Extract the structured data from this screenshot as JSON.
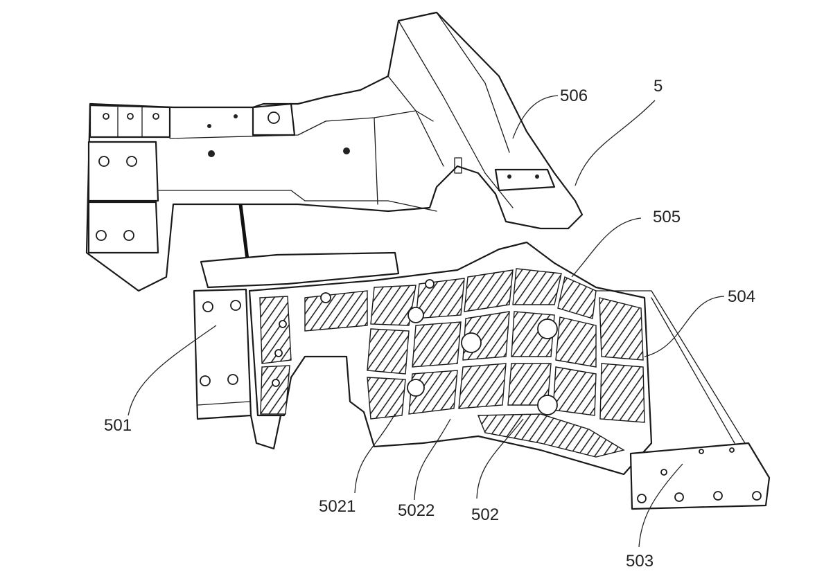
{
  "labels": {
    "l506": "506",
    "l5": "5",
    "l505": "505",
    "l504": "504",
    "l501": "501",
    "l5021": "5021",
    "l5022": "5022",
    "l502": "502",
    "l503": "503"
  }
}
